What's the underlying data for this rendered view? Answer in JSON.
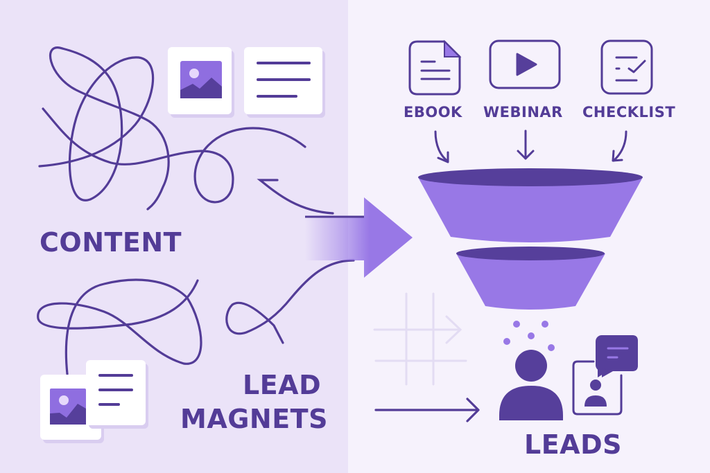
{
  "colors": {
    "left_bg": "#ebe3f8",
    "right_bg": "#f6f2fc",
    "primary_dark": "#533c97",
    "primary_light": "#9878e6",
    "card_bg": "#ffffff",
    "grid_faint": "#e3dcf3"
  },
  "left": {
    "content_label": "CONTENT",
    "lead_magnets_label_line1": "LEAD",
    "lead_magnets_label_line2": "MAGNETS",
    "top_cards": [
      {
        "icon": "image-icon"
      },
      {
        "icon": "text-lines-icon"
      }
    ],
    "bottom_cards": [
      {
        "icon": "image-icon"
      },
      {
        "icon": "text-lines-icon"
      }
    ]
  },
  "right": {
    "magnets": [
      {
        "icon": "document-icon",
        "label": "EBOOK"
      },
      {
        "icon": "play-video-icon",
        "label": "WEBINAR"
      },
      {
        "icon": "checklist-icon",
        "label": "CHECKLIST"
      }
    ],
    "funnel": {
      "icon": "funnel-icon"
    },
    "leads_label": "LEADS",
    "leads_icons": [
      "person-icon",
      "chat-bubble-icon",
      "contact-card-icon"
    ]
  },
  "center": {
    "arrow": "big-arrow-icon"
  }
}
